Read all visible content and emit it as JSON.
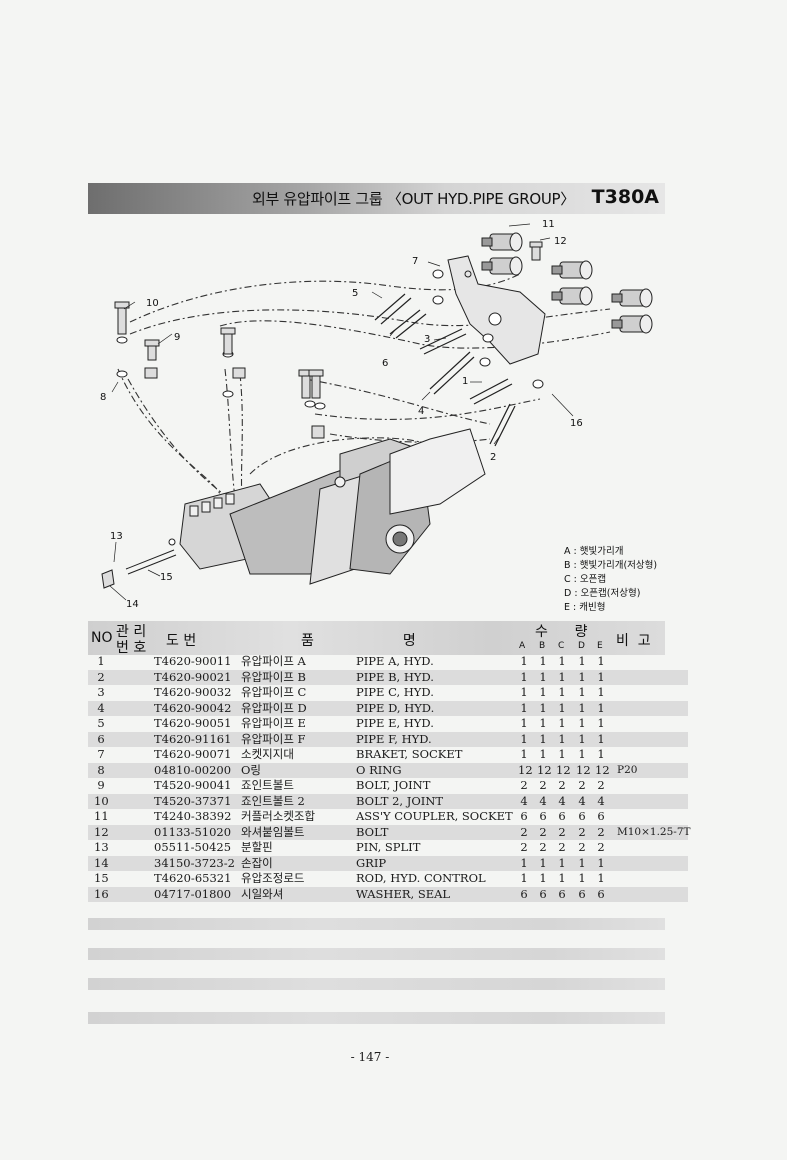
{
  "header": {
    "title": "외부 유압파이프 그룹 〈OUT HYD.PIPE GROUP〉",
    "model": "T380A"
  },
  "diagram": {
    "callouts": [
      "1",
      "2",
      "3",
      "4",
      "5",
      "6",
      "7",
      "8",
      "9",
      "10",
      "11",
      "12",
      "13",
      "14",
      "15",
      "16"
    ],
    "legend": [
      "A : 햇빛가리개",
      "B : 햇빛가리개(저상형)",
      "C : 오픈캡",
      "D : 오픈캡(저상형)",
      "E : 캐빈형"
    ]
  },
  "table": {
    "headers": {
      "no": "NO",
      "mgmt_top": "관 리",
      "mgmt_bottom": "번 호",
      "part_no": "도    번",
      "name": "품                    명",
      "qty_top": "수      량",
      "qty_cols": [
        "A",
        "B",
        "C",
        "D",
        "E"
      ],
      "remark": "비  고"
    },
    "rows": [
      {
        "no": "1",
        "part": "T4620-90011",
        "kor": "유압파이프 A",
        "eng": "PIPE A, HYD.",
        "q": [
          "1",
          "1",
          "1",
          "1",
          "1"
        ],
        "note": ""
      },
      {
        "no": "2",
        "part": "T4620-90021",
        "kor": "유압파이프 B",
        "eng": "PIPE B, HYD.",
        "q": [
          "1",
          "1",
          "1",
          "1",
          "1"
        ],
        "note": ""
      },
      {
        "no": "3",
        "part": "T4620-90032",
        "kor": "유압파이프 C",
        "eng": "PIPE C, HYD.",
        "q": [
          "1",
          "1",
          "1",
          "1",
          "1"
        ],
        "note": ""
      },
      {
        "no": "4",
        "part": "T4620-90042",
        "kor": "유압파이프 D",
        "eng": "PIPE D, HYD.",
        "q": [
          "1",
          "1",
          "1",
          "1",
          "1"
        ],
        "note": ""
      },
      {
        "no": "5",
        "part": "T4620-90051",
        "kor": "유압파이프 E",
        "eng": "PIPE E, HYD.",
        "q": [
          "1",
          "1",
          "1",
          "1",
          "1"
        ],
        "note": ""
      },
      {
        "no": "6",
        "part": "T4620-91161",
        "kor": "유압파이프 F",
        "eng": "PIPE F, HYD.",
        "q": [
          "1",
          "1",
          "1",
          "1",
          "1"
        ],
        "note": ""
      },
      {
        "no": "7",
        "part": "T4620-90071",
        "kor": "소켓지지대",
        "eng": "BRAKET, SOCKET",
        "q": [
          "1",
          "1",
          "1",
          "1",
          "1"
        ],
        "note": ""
      },
      {
        "no": "8",
        "part": "04810-00200",
        "kor": "O링",
        "eng": "O RING",
        "q": [
          "12",
          "12",
          "12",
          "12",
          "12"
        ],
        "note": "P20"
      },
      {
        "no": "9",
        "part": "T4520-90041",
        "kor": "죠인트볼트",
        "eng": "BOLT, JOINT",
        "q": [
          "2",
          "2",
          "2",
          "2",
          "2"
        ],
        "note": ""
      },
      {
        "no": "10",
        "part": "T4520-37371",
        "kor": "죠인트볼트 2",
        "eng": "BOLT 2, JOINT",
        "q": [
          "4",
          "4",
          "4",
          "4",
          "4"
        ],
        "note": ""
      },
      {
        "no": "11",
        "part": "T4240-38392",
        "kor": "커플러소켓조합",
        "eng": "ASS'Y COUPLER, SOCKET",
        "q": [
          "6",
          "6",
          "6",
          "6",
          "6"
        ],
        "note": ""
      },
      {
        "no": "12",
        "part": "01133-51020",
        "kor": "와셔붙임볼트",
        "eng": "BOLT",
        "q": [
          "2",
          "2",
          "2",
          "2",
          "2"
        ],
        "note": "M10×1.25-7T"
      },
      {
        "no": "13",
        "part": "05511-50425",
        "kor": "분할핀",
        "eng": "PIN, SPLIT",
        "q": [
          "2",
          "2",
          "2",
          "2",
          "2"
        ],
        "note": ""
      },
      {
        "no": "14",
        "part": "34150-3723-2",
        "kor": "손잡이",
        "eng": "GRIP",
        "q": [
          "1",
          "1",
          "1",
          "1",
          "1"
        ],
        "note": ""
      },
      {
        "no": "15",
        "part": "T4620-65321",
        "kor": "유압조정로드",
        "eng": "ROD, HYD. CONTROL",
        "q": [
          "1",
          "1",
          "1",
          "1",
          "1"
        ],
        "note": ""
      },
      {
        "no": "16",
        "part": "04717-01800",
        "kor": "시일와셔",
        "eng": "WASHER, SEAL",
        "q": [
          "6",
          "6",
          "6",
          "6",
          "6"
        ],
        "note": ""
      }
    ]
  },
  "footer": {
    "page": "- 147 -"
  }
}
